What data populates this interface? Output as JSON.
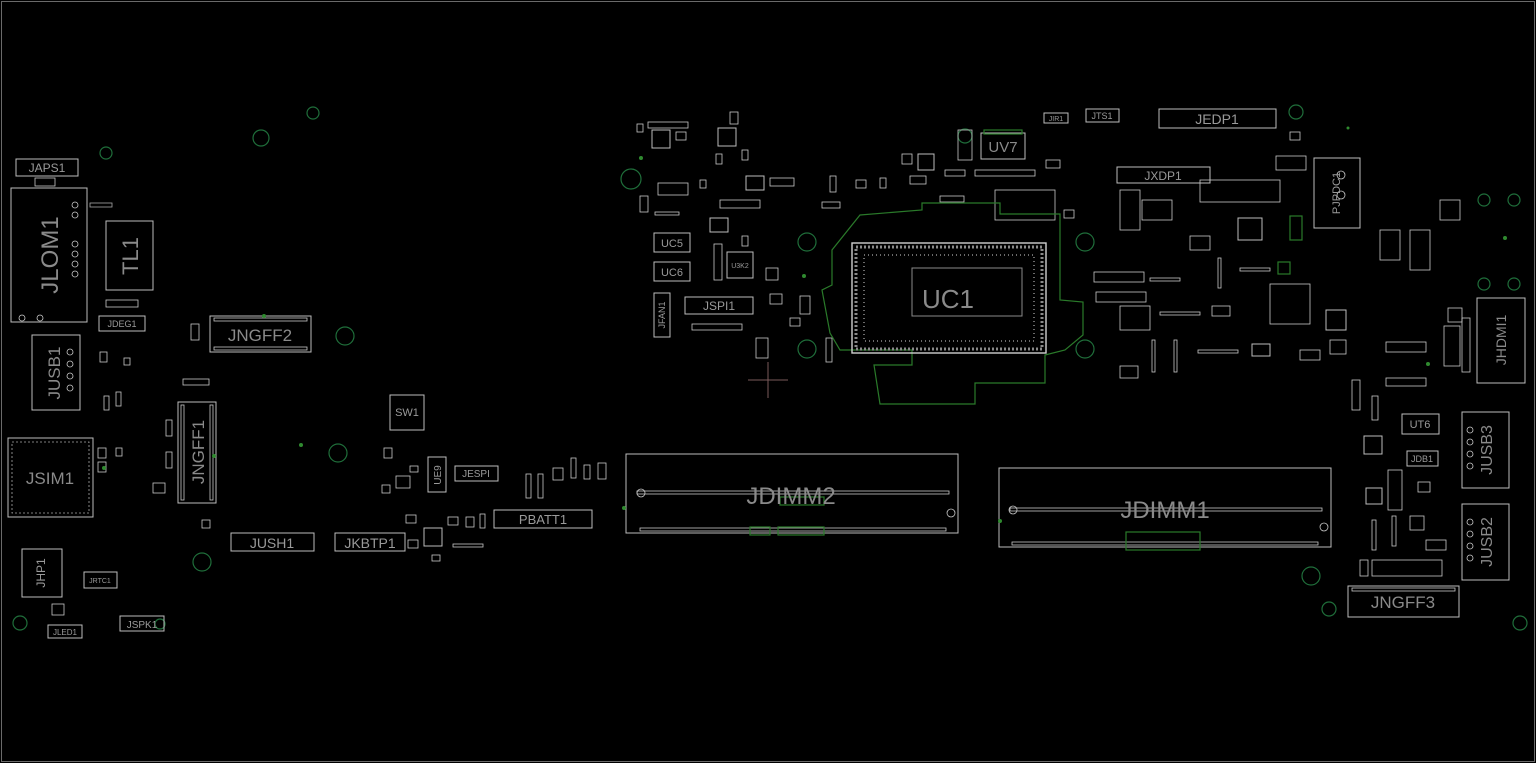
{
  "board": {
    "components": [
      {
        "id": "JAPS1"
      },
      {
        "id": "JLOM1"
      },
      {
        "id": "TL1"
      },
      {
        "id": "JDEG1"
      },
      {
        "id": "JNGFF2"
      },
      {
        "id": "JUSB1"
      },
      {
        "id": "JNGFF1"
      },
      {
        "id": "JSIM1"
      },
      {
        "id": "SW1"
      },
      {
        "id": "UE9"
      },
      {
        "id": "JESPI"
      },
      {
        "id": "PBATT1"
      },
      {
        "id": "JUSH1"
      },
      {
        "id": "JKBTP1"
      },
      {
        "id": "JHP1"
      },
      {
        "id": "JRTC1"
      },
      {
        "id": "JLED1"
      },
      {
        "id": "JSPK1"
      },
      {
        "id": "UC5"
      },
      {
        "id": "UC6"
      },
      {
        "id": "U3K2"
      },
      {
        "id": "JFAN1"
      },
      {
        "id": "JSPI1"
      },
      {
        "id": "UC1"
      },
      {
        "id": "UV7"
      },
      {
        "id": "JIR1"
      },
      {
        "id": "JTS1"
      },
      {
        "id": "JEDP1"
      },
      {
        "id": "JXDP1"
      },
      {
        "id": "JDIMM2"
      },
      {
        "id": "JDIMM1"
      },
      {
        "id": "PJPDC1"
      },
      {
        "id": "JHDMI1"
      },
      {
        "id": "UT6"
      },
      {
        "id": "JDB1"
      },
      {
        "id": "JUSB3"
      },
      {
        "id": "JUSB2"
      },
      {
        "id": "JNGFF3"
      }
    ]
  }
}
